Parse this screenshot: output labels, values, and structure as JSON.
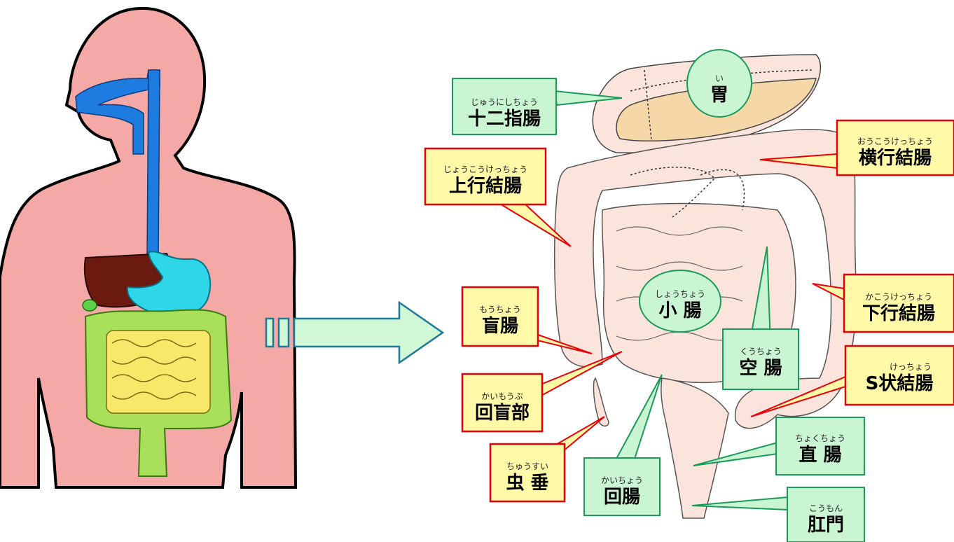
{
  "colors": {
    "skin": "#f5a9a6",
    "tract": "#1e7be0",
    "stomach": "#2fd6e8",
    "liver": "#6b1a10",
    "intestine_green": "#a9e05a",
    "intestine_yellow": "#f8e86a",
    "organ_pink": "#fbe4dc",
    "stomach_tan": "#f6d8a8",
    "callout_red_fill": "#fff9a8",
    "callout_red_border": "#e8000a",
    "callout_green_fill": "#c9f5d2",
    "callout_green_border": "#1a9a5a",
    "arrow_fill": "#d0f7d6"
  },
  "labels": {
    "stomach": {
      "ruby": "い",
      "text": "胃"
    },
    "duodenum": {
      "ruby": "じゅうにしちょう",
      "text": "十二指腸"
    },
    "transverse_colon": {
      "ruby": "おうこうけっちょう",
      "text": "横行結腸"
    },
    "ascending_colon": {
      "ruby": "じょうこうけっちょう",
      "text": "上行結腸"
    },
    "descending_colon": {
      "ruby": "かこうけっちょう",
      "text": "下行結腸"
    },
    "small_intestine": {
      "ruby": "しょうちょう",
      "text": "小 腸"
    },
    "cecum": {
      "ruby": "もうちょう",
      "text": "盲腸"
    },
    "jejunum": {
      "ruby": "くうちょう",
      "text": "空 腸"
    },
    "sigmoid_colon": {
      "ruby": "けっちょう",
      "text": "S状結腸"
    },
    "ileocecal": {
      "ruby": "かいもうぶ",
      "text": "回盲部"
    },
    "rectum": {
      "ruby": "ちょくちょう",
      "text": "直 腸"
    },
    "appendix": {
      "ruby": "ちゅうすい",
      "text": "虫 垂"
    },
    "ileum": {
      "ruby": "かいちょう",
      "text": "回腸"
    },
    "anus": {
      "ruby": "こうもん",
      "text": "肛門"
    }
  }
}
